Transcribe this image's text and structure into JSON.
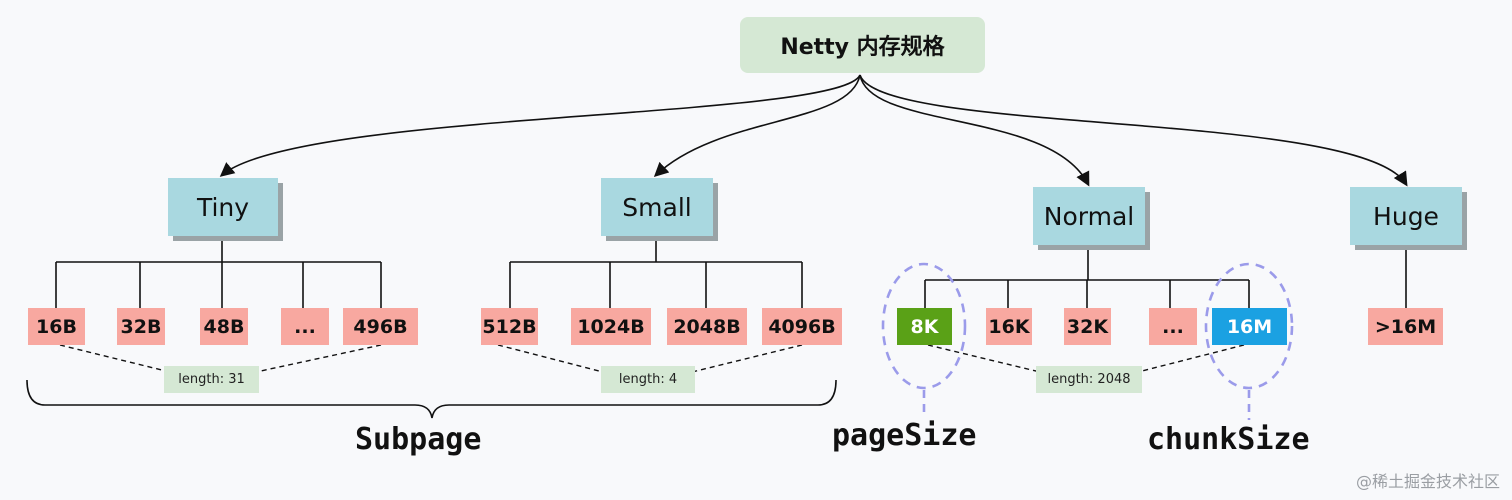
{
  "root": {
    "label": "Netty 内存规格"
  },
  "categories": {
    "tiny": "Tiny",
    "small": "Small",
    "normal": "Normal",
    "huge": "Huge"
  },
  "tiny_sizes": [
    "16B",
    "32B",
    "48B",
    "...",
    "496B"
  ],
  "small_sizes": [
    "512B",
    "1024B",
    "2048B",
    "4096B"
  ],
  "normal_sizes": [
    "8K",
    "16K",
    "32K",
    "...",
    "16M"
  ],
  "huge_sizes": [
    ">16M"
  ],
  "lengths": {
    "tiny": "length: 31",
    "small": "length: 4",
    "normal": "length: 2048"
  },
  "captions": {
    "subpage": "Subpage",
    "page_size": "pageSize",
    "chunk_size": "chunkSize"
  },
  "colors": {
    "root_fill": "#d5e8d4",
    "category_fill": "#a9d8e0",
    "size_fill": "#f8a8a0",
    "page_size_fill": "#5aa117",
    "chunk_size_fill": "#1ba1e2",
    "highlight_dash": "#9b9bea"
  },
  "watermark": "@稀土掘金技术社区"
}
